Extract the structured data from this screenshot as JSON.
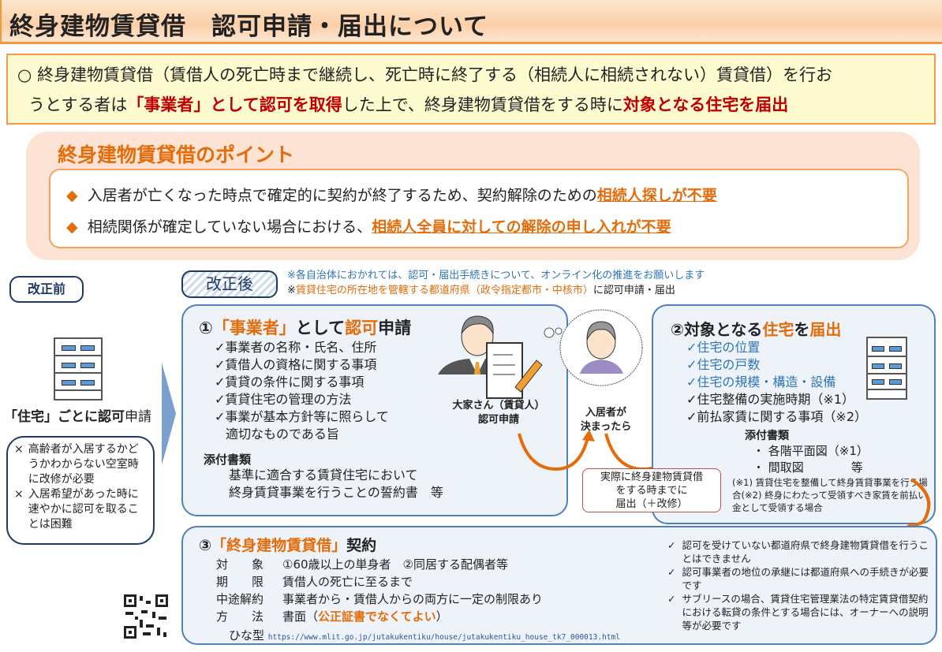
{
  "title": "終身建物賃貸借　認可申請・届出について",
  "intro": {
    "bullet": "○",
    "line1": "終身建物賃貸借（賃借人の死亡時まで継続し、死亡時に終了する（相続人に相続されない）賃貸借）を行お",
    "line2a": "うとする者は",
    "line2b": "「事業者」として認可を取得",
    "line2c": "した上で、終身建物賃貸借をする時に",
    "line2d": "対象となる住宅を届出"
  },
  "points": {
    "heading": "終身建物賃貸借のポイント",
    "items": [
      {
        "bullet": "◆",
        "text": "入居者が亡くなった時点で確定的に契約が終了するため、契約解除のための",
        "emph": "相続人探しが不要"
      },
      {
        "bullet": "◆",
        "text": "相続関係が確定していない場合における、",
        "emph": "相続人全員に対しての解除の申し入れが不要"
      }
    ]
  },
  "before": {
    "label": "改正前",
    "caption_a": "「住宅」ごとに",
    "caption_b": "認可",
    "caption_c": "申請",
    "issues": [
      {
        "mark": "×",
        "text": "高齢者が入居するかどうかわからない空室時に改修が必要"
      },
      {
        "mark": "×",
        "text": "入居希望があった時に速やかに認可を取ることは困難"
      }
    ]
  },
  "after": {
    "label": "改正後",
    "note1": "※各自治体におかれては、認可・届出手続きについて、オンライン化の推進をお願いします",
    "note2a": "※",
    "note2b": "賃貸住宅の所在地を管轄する都道府県（政令指定都市・中核市）",
    "note2c": "に認可申請・届出"
  },
  "step1": {
    "num": "①",
    "t1": "「事業者」",
    "t2": "として",
    "t3": "認可",
    "t4": "申請",
    "items": [
      "事業者の名称・氏名、住所",
      "賃借人の資格に関する事項",
      "賃貸の条件に関する事項",
      "賃貸住宅の管理の方法",
      "事業が基本方針等に照らして",
      "適切なものである旨"
    ],
    "check": "✓",
    "attach_label": "添付書類",
    "attach1": "基準に適合する賃貸住宅において",
    "attach2": "終身賃貸事業を行うことの誓約書　等",
    "landlord1": "大家さん（賃貸人）",
    "landlord2": "認可申請"
  },
  "tenant": {
    "l1": "入居者が",
    "l2": "決まったら"
  },
  "rednote": {
    "l1": "実際に終身建物賃貸借",
    "l2": "をする時までに",
    "l3": "届出（＋改修）"
  },
  "step2": {
    "num": "②",
    "t1": "対象となる",
    "t2": "住宅",
    "t3": "を",
    "t4": "届出",
    "blue_items": [
      "住宅の位置",
      "住宅の戸数",
      "住宅の規模・構造・設備"
    ],
    "items": [
      "住宅整備の実施時期（※1）",
      "前払家賃に関する事項（※2）"
    ],
    "attach_label": "添付書類",
    "attach": [
      "・ 各階平面図（※1）",
      "・ 間取図　　　　等"
    ],
    "footnote": "(※1) 賃貸住宅を整備して終身賃貸事業を行う場合(※2) 終身にわたって受領すべき家賃を前払い金として受領する場合"
  },
  "step3": {
    "num": "③",
    "t1": "「終身建物賃貸借」",
    "t2": "契約",
    "rows": [
      {
        "k": "対　　象",
        "v": "①60歳以上の単身者　②同居する配偶者等"
      },
      {
        "k": "期　　限",
        "v": "賃借人の死亡に至るまで"
      },
      {
        "k": "中途解約",
        "v": "事業者から・賃借人からの両方に一定の制限あり"
      },
      {
        "k": "方　　法",
        "v": "書面（",
        "emph": "公正証書でなくてよい",
        "tail": "）"
      }
    ],
    "template_label": "ひな型",
    "template_url": "https://www.mlit.go.jp/jutakukentiku/house/jutakukentiku_house_tk7_000013.html",
    "notes": [
      "認可を受けていない都道府県で終身建物賃貸借を行うことはできません",
      "認可事業者の地位の承継には都道府県への手続きが必要です",
      "サブリースの場合、賃貸住宅管理業法の特定賃貸借契約における転貸の条件とする場合には、オーナーへの説明等が必要です"
    ]
  },
  "colors": {
    "accent": "#e46c0a",
    "red": "#c00000",
    "blue": "#2e75b6",
    "frame": "#4f81bd"
  }
}
